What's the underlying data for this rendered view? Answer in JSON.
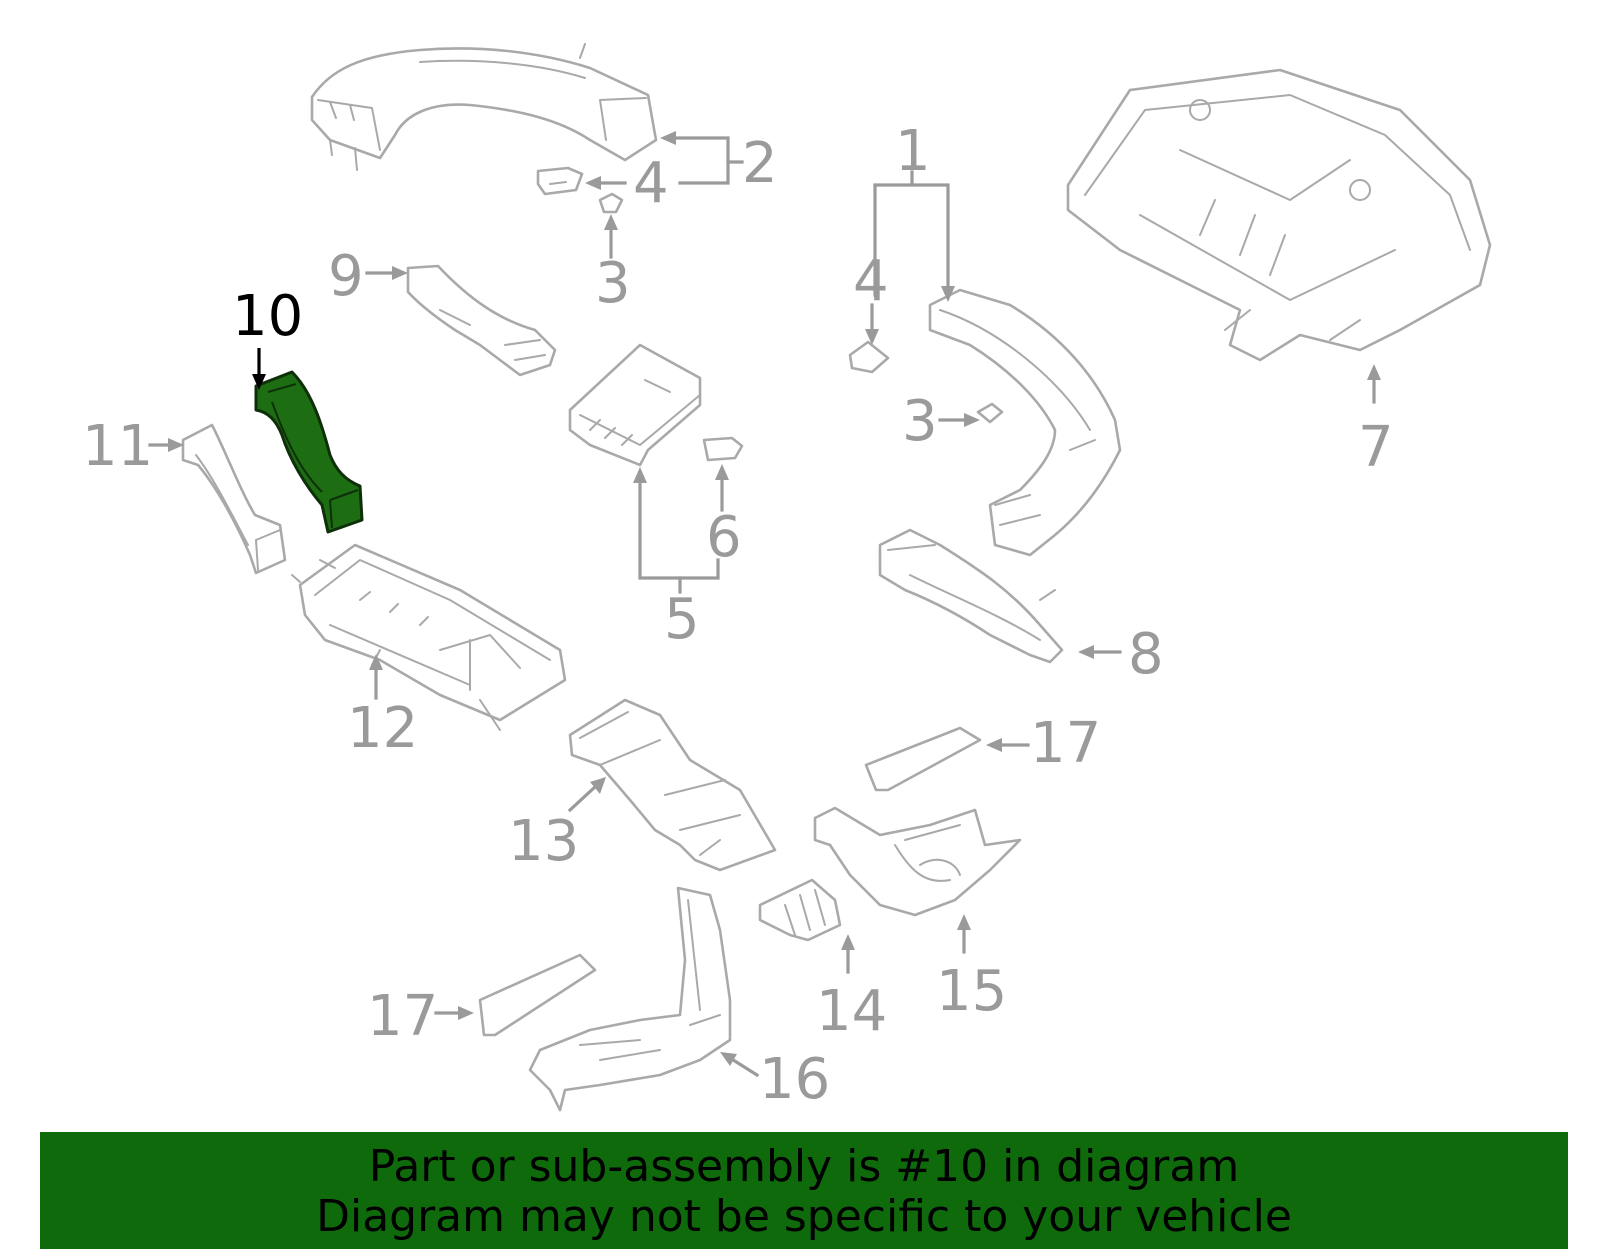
{
  "diagram": {
    "callouts": {
      "c1": "1",
      "c2": "2",
      "c3a": "3",
      "c3b": "3",
      "c4a": "4",
      "c4b": "4",
      "c5": "5",
      "c6": "6",
      "c7": "7",
      "c8": "8",
      "c9": "9",
      "c10": "10",
      "c11": "11",
      "c12": "12",
      "c13": "13",
      "c14": "14",
      "c15": "15",
      "c16": "16",
      "c17a": "17",
      "c17b": "17"
    },
    "highlighted_part": "10",
    "colors": {
      "highlight": "#1d6e12",
      "banner": "#0f6a0c",
      "line": "#9a9a9a"
    }
  },
  "banner": {
    "line1": "Part or sub-assembly is #10 in diagram",
    "line2": "Diagram may not be specific to your vehicle"
  }
}
